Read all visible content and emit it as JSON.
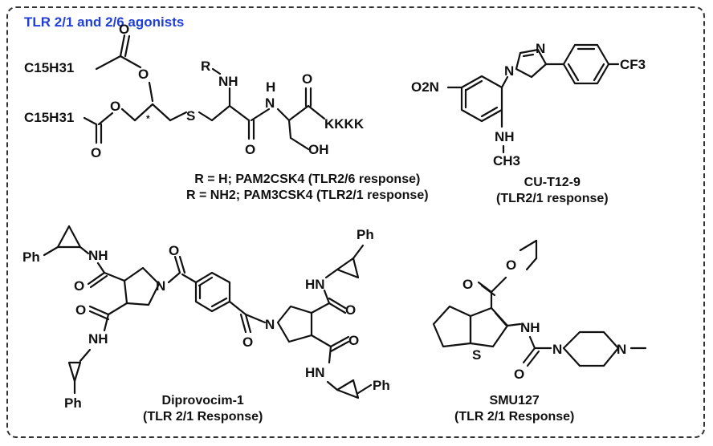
{
  "heading": "TLR 2/1 and 2/6 agonists",
  "compounds": [
    {
      "id": "pam",
      "captions": [
        "R = H; PAM2CSK4 (TLR2/6 response)",
        "R = NH2; PAM3CSK4 (TLR2/1 response)"
      ],
      "atom_labels": {
        "c15_top": "C15H31",
        "c15_bot": "C15H31",
        "o1": "O",
        "o2": "O",
        "o3": "O",
        "o4": "O",
        "s": "S",
        "r": "R",
        "nh": "NH",
        "h": "H",
        "n": "N",
        "o5": "O",
        "o6": "O",
        "kkkk": "KKKK",
        "oh": "OH",
        "star": "*"
      }
    },
    {
      "id": "cu-t12-9",
      "captions": [
        "CU-T12-9",
        "(TLR2/1 response)"
      ],
      "atom_labels": {
        "o2n": "O2N",
        "n1": "N",
        "n2": "N",
        "cf3": "CF3",
        "nh": "NH",
        "ch3": "CH3"
      }
    },
    {
      "id": "diprovocim-1",
      "captions": [
        "Diprovocim-1",
        "(TLR 2/1 Response)"
      ],
      "atom_labels": {
        "ph1": "Ph",
        "nh1": "NH",
        "o1": "O",
        "o2": "O",
        "nh2": "NH",
        "ph2": "Ph",
        "n1": "N",
        "o3": "O",
        "o4": "O",
        "n2": "N",
        "o5": "O",
        "o6": "O",
        "hn1": "HN",
        "hn2": "HN",
        "ph3": "Ph",
        "ph4": "Ph"
      }
    },
    {
      "id": "smu127",
      "captions": [
        "SMU127",
        "(TLR 2/1 Response)"
      ],
      "atom_labels": {
        "o1": "O",
        "o2": "O",
        "s": "S",
        "nh": "NH",
        "o3": "O",
        "n1": "N",
        "n2": "N"
      }
    }
  ]
}
